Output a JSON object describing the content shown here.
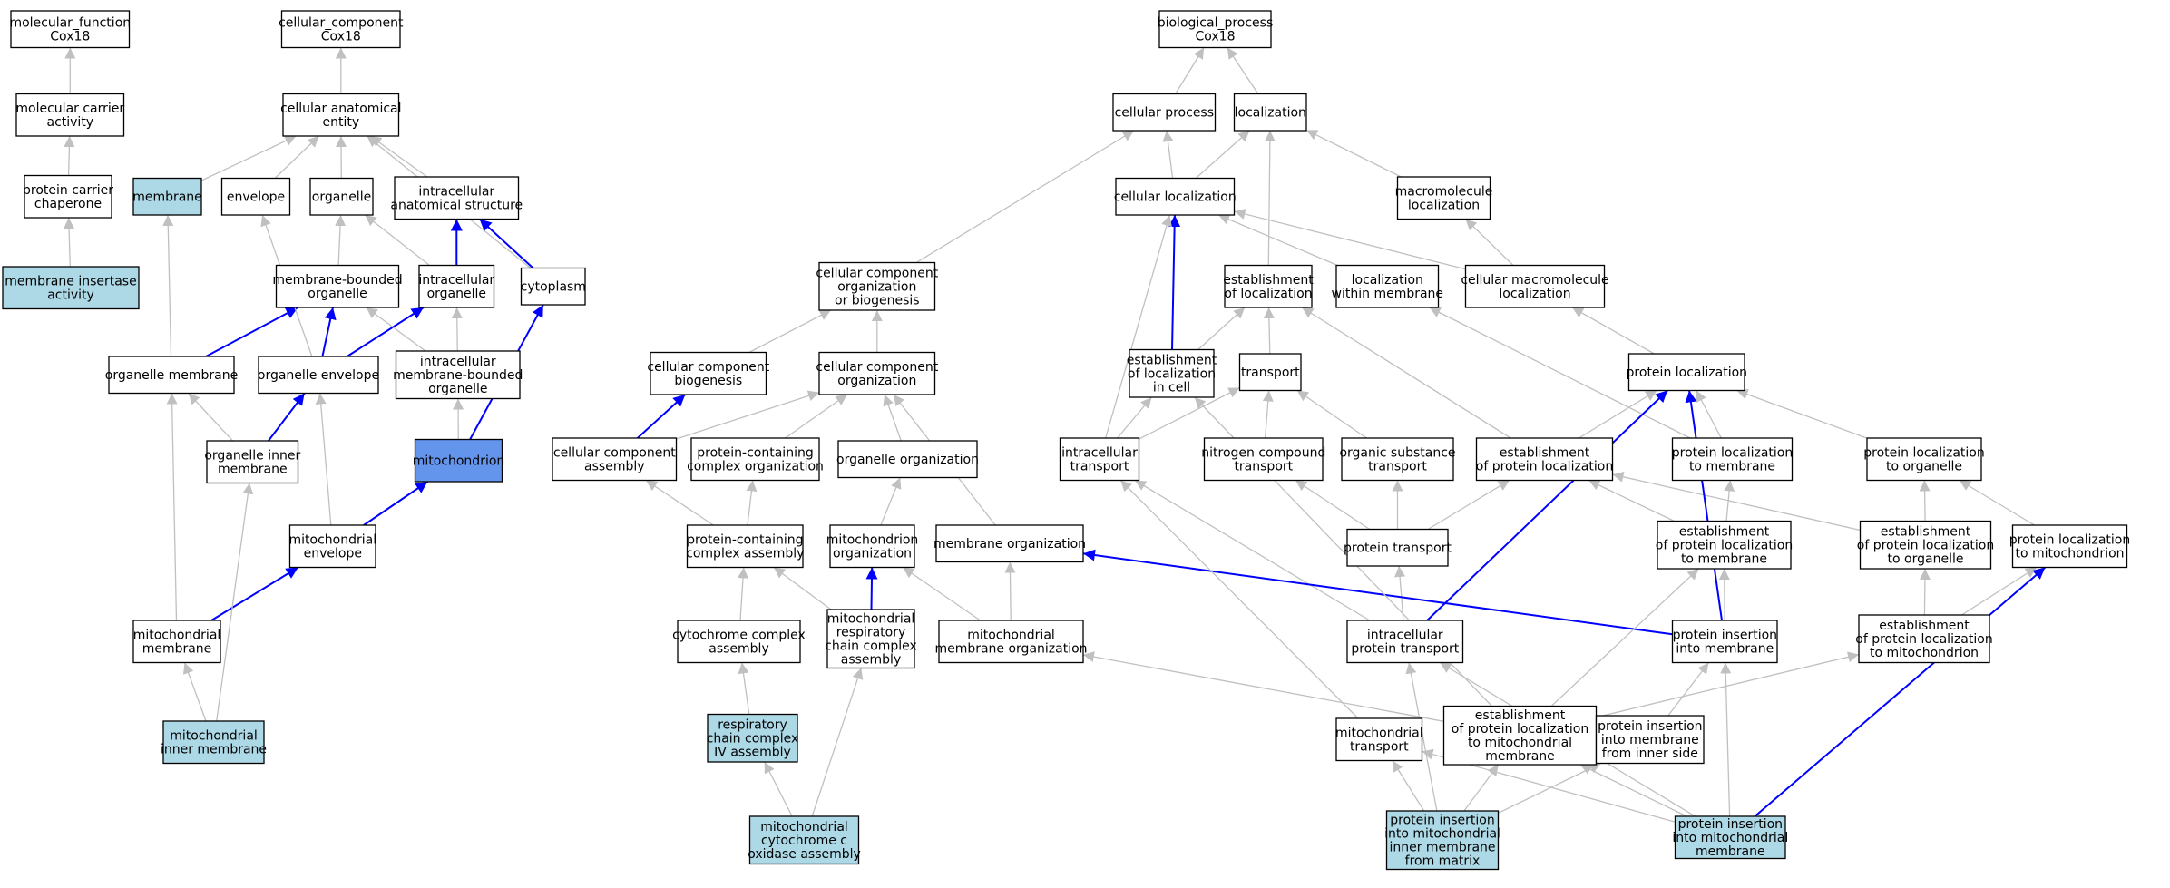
{
  "colors": {
    "plain": "#ffffff",
    "query": "#add8e6",
    "highlight": "#6495ed",
    "edge_is_a": "#c0c0c0",
    "edge_part_of": "#0000ff"
  },
  "nodes": [
    {
      "id": "mf",
      "lines": [
        "molecular_function",
        "Cox18"
      ],
      "style": "plain"
    },
    {
      "id": "mca",
      "lines": [
        "molecular carrier",
        "activity"
      ],
      "style": "plain"
    },
    {
      "id": "pcc",
      "lines": [
        "protein carrier",
        "chaperone"
      ],
      "style": "plain"
    },
    {
      "id": "mia",
      "lines": [
        "membrane insertase",
        "activity"
      ],
      "style": "query"
    },
    {
      "id": "cc",
      "lines": [
        "cellular_component",
        "Cox18"
      ],
      "style": "plain"
    },
    {
      "id": "cae",
      "lines": [
        "cellular anatomical",
        "entity"
      ],
      "style": "plain"
    },
    {
      "id": "membrane",
      "lines": [
        "membrane"
      ],
      "style": "query"
    },
    {
      "id": "envelope",
      "lines": [
        "envelope"
      ],
      "style": "plain"
    },
    {
      "id": "organelle",
      "lines": [
        "organelle"
      ],
      "style": "plain"
    },
    {
      "id": "ias",
      "lines": [
        "intracellular",
        "anatomical structure"
      ],
      "style": "plain"
    },
    {
      "id": "mbo",
      "lines": [
        "membrane-bounded",
        "organelle"
      ],
      "style": "plain"
    },
    {
      "id": "io",
      "lines": [
        "intracellular",
        "organelle"
      ],
      "style": "plain"
    },
    {
      "id": "cytoplasm",
      "lines": [
        "cytoplasm"
      ],
      "style": "plain"
    },
    {
      "id": "om",
      "lines": [
        "organelle membrane"
      ],
      "style": "plain"
    },
    {
      "id": "oe",
      "lines": [
        "organelle envelope"
      ],
      "style": "plain"
    },
    {
      "id": "imbo",
      "lines": [
        "intracellular",
        "membrane-bounded",
        "organelle"
      ],
      "style": "plain"
    },
    {
      "id": "oim",
      "lines": [
        "organelle inner",
        "membrane"
      ],
      "style": "plain"
    },
    {
      "id": "mito",
      "lines": [
        "mitochondrion"
      ],
      "style": "highlight"
    },
    {
      "id": "menv",
      "lines": [
        "mitochondrial",
        "envelope"
      ],
      "style": "plain"
    },
    {
      "id": "mm",
      "lines": [
        "mitochondrial",
        "membrane"
      ],
      "style": "plain"
    },
    {
      "id": "mim",
      "lines": [
        "mitochondrial",
        "inner membrane"
      ],
      "style": "query"
    },
    {
      "id": "bp",
      "lines": [
        "biological_process",
        "Cox18"
      ],
      "style": "plain"
    },
    {
      "id": "cp",
      "lines": [
        "cellular process"
      ],
      "style": "plain"
    },
    {
      "id": "loc",
      "lines": [
        "localization"
      ],
      "style": "plain"
    },
    {
      "id": "cl",
      "lines": [
        "cellular localization"
      ],
      "style": "plain"
    },
    {
      "id": "ml",
      "lines": [
        "macromolecule",
        "localization"
      ],
      "style": "plain"
    },
    {
      "id": "ccob",
      "lines": [
        "cellular component",
        "organization",
        "or biogenesis"
      ],
      "style": "plain"
    },
    {
      "id": "eol",
      "lines": [
        "establishment",
        "of localization"
      ],
      "style": "plain"
    },
    {
      "id": "lwm",
      "lines": [
        "localization",
        "within membrane"
      ],
      "style": "plain"
    },
    {
      "id": "cml",
      "lines": [
        "cellular macromolecule",
        "localization"
      ],
      "style": "plain"
    },
    {
      "id": "ccb",
      "lines": [
        "cellular component",
        "biogenesis"
      ],
      "style": "plain"
    },
    {
      "id": "cco",
      "lines": [
        "cellular component",
        "organization"
      ],
      "style": "plain"
    },
    {
      "id": "eolc",
      "lines": [
        "establishment",
        "of localization",
        "in cell"
      ],
      "style": "plain"
    },
    {
      "id": "transport",
      "lines": [
        "transport"
      ],
      "style": "plain"
    },
    {
      "id": "ploc",
      "lines": [
        "protein localization"
      ],
      "style": "plain"
    },
    {
      "id": "cca",
      "lines": [
        "cellular component",
        "assembly"
      ],
      "style": "plain"
    },
    {
      "id": "pcco",
      "lines": [
        "protein-containing",
        "complex organization"
      ],
      "style": "plain"
    },
    {
      "id": "orgo",
      "lines": [
        "organelle organization"
      ],
      "style": "plain"
    },
    {
      "id": "it",
      "lines": [
        "intracellular",
        "transport"
      ],
      "style": "plain"
    },
    {
      "id": "nct",
      "lines": [
        "nitrogen compound",
        "transport"
      ],
      "style": "plain"
    },
    {
      "id": "ost",
      "lines": [
        "organic substance",
        "transport"
      ],
      "style": "plain"
    },
    {
      "id": "epl",
      "lines": [
        "establishment",
        "of protein localization"
      ],
      "style": "plain"
    },
    {
      "id": "pltm",
      "lines": [
        "protein localization",
        "to membrane"
      ],
      "style": "plain"
    },
    {
      "id": "plto",
      "lines": [
        "protein localization",
        "to organelle"
      ],
      "style": "plain"
    },
    {
      "id": "pcca",
      "lines": [
        "protein-containing",
        "complex assembly"
      ],
      "style": "plain"
    },
    {
      "id": "mo",
      "lines": [
        "mitochondrion",
        "organization"
      ],
      "style": "plain"
    },
    {
      "id": "memo",
      "lines": [
        "membrane organization"
      ],
      "style": "plain"
    },
    {
      "id": "pt",
      "lines": [
        "protein transport"
      ],
      "style": "plain"
    },
    {
      "id": "epltm",
      "lines": [
        "establishment",
        "of protein localization",
        "to membrane"
      ],
      "style": "plain"
    },
    {
      "id": "eplto",
      "lines": [
        "establishment",
        "of protein localization",
        "to organelle"
      ],
      "style": "plain"
    },
    {
      "id": "pltmito",
      "lines": [
        "protein localization",
        "to mitochondrion"
      ],
      "style": "plain"
    },
    {
      "id": "cxa",
      "lines": [
        "cytochrome complex",
        "assembly"
      ],
      "style": "plain"
    },
    {
      "id": "mrcca",
      "lines": [
        "mitochondrial",
        "respiratory",
        "chain complex",
        "assembly"
      ],
      "style": "plain"
    },
    {
      "id": "mmo",
      "lines": [
        "mitochondrial",
        "membrane organization"
      ],
      "style": "plain"
    },
    {
      "id": "ipt",
      "lines": [
        "intracellular",
        "protein transport"
      ],
      "style": "plain"
    },
    {
      "id": "pim",
      "lines": [
        "protein insertion",
        "into membrane"
      ],
      "style": "plain"
    },
    {
      "id": "epltmito",
      "lines": [
        "establishment",
        "of protein localization",
        "to mitochondrion"
      ],
      "style": "plain"
    },
    {
      "id": "rcc4",
      "lines": [
        "respiratory",
        "chain complex",
        "IV assembly"
      ],
      "style": "query"
    },
    {
      "id": "mt",
      "lines": [
        "mitochondrial",
        "transport"
      ],
      "style": "plain"
    },
    {
      "id": "epltmm",
      "lines": [
        "establishment",
        "of protein localization",
        "to mitochondrial",
        "membrane"
      ],
      "style": "plain"
    },
    {
      "id": "pimis",
      "lines": [
        "protein insertion",
        "into membrane",
        "from inner side"
      ],
      "style": "plain"
    },
    {
      "id": "mccoa",
      "lines": [
        "mitochondrial",
        "cytochrome c",
        "oxidase assembly"
      ],
      "style": "query"
    },
    {
      "id": "pimimfm",
      "lines": [
        "protein insertion",
        "into mitochondrial",
        "inner membrane",
        "from matrix"
      ],
      "style": "query"
    },
    {
      "id": "pimm",
      "lines": [
        "protein insertion",
        "into mitochondrial",
        "membrane"
      ],
      "style": "query"
    }
  ],
  "edges": [
    {
      "from": "mca",
      "to": "mf",
      "kind": "is_a"
    },
    {
      "from": "pcc",
      "to": "mca",
      "kind": "is_a"
    },
    {
      "from": "mia",
      "to": "pcc",
      "kind": "is_a"
    },
    {
      "from": "cae",
      "to": "cc",
      "kind": "is_a"
    },
    {
      "from": "membrane",
      "to": "cae",
      "kind": "is_a"
    },
    {
      "from": "envelope",
      "to": "cae",
      "kind": "is_a"
    },
    {
      "from": "organelle",
      "to": "cae",
      "kind": "is_a"
    },
    {
      "from": "ias",
      "to": "cae",
      "kind": "is_a"
    },
    {
      "from": "cytoplasm",
      "to": "cae",
      "kind": "is_a"
    },
    {
      "from": "mbo",
      "to": "organelle",
      "kind": "is_a"
    },
    {
      "from": "io",
      "to": "organelle",
      "kind": "is_a"
    },
    {
      "from": "io",
      "to": "ias",
      "kind": "part_of"
    },
    {
      "from": "cytoplasm",
      "to": "ias",
      "kind": "part_of"
    },
    {
      "from": "om",
      "to": "membrane",
      "kind": "is_a"
    },
    {
      "from": "om",
      "to": "mbo",
      "kind": "part_of"
    },
    {
      "from": "oe",
      "to": "envelope",
      "kind": "is_a"
    },
    {
      "from": "oe",
      "to": "mbo",
      "kind": "part_of"
    },
    {
      "from": "oe",
      "to": "io",
      "kind": "part_of"
    },
    {
      "from": "imbo",
      "to": "mbo",
      "kind": "is_a"
    },
    {
      "from": "imbo",
      "to": "io",
      "kind": "is_a"
    },
    {
      "from": "oim",
      "to": "om",
      "kind": "is_a"
    },
    {
      "from": "oim",
      "to": "oe",
      "kind": "part_of"
    },
    {
      "from": "mito",
      "to": "imbo",
      "kind": "is_a"
    },
    {
      "from": "mito",
      "to": "cytoplasm",
      "kind": "part_of"
    },
    {
      "from": "menv",
      "to": "oe",
      "kind": "is_a"
    },
    {
      "from": "menv",
      "to": "mito",
      "kind": "part_of"
    },
    {
      "from": "mm",
      "to": "om",
      "kind": "is_a"
    },
    {
      "from": "mm",
      "to": "menv",
      "kind": "part_of"
    },
    {
      "from": "mim",
      "to": "mm",
      "kind": "is_a"
    },
    {
      "from": "mim",
      "to": "oim",
      "kind": "is_a"
    },
    {
      "from": "cp",
      "to": "bp",
      "kind": "is_a"
    },
    {
      "from": "loc",
      "to": "bp",
      "kind": "is_a"
    },
    {
      "from": "cl",
      "to": "cp",
      "kind": "is_a"
    },
    {
      "from": "cl",
      "to": "loc",
      "kind": "is_a"
    },
    {
      "from": "ml",
      "to": "loc",
      "kind": "is_a"
    },
    {
      "from": "ccob",
      "to": "cp",
      "kind": "is_a"
    },
    {
      "from": "eol",
      "to": "loc",
      "kind": "is_a"
    },
    {
      "from": "lwm",
      "to": "cl",
      "kind": "is_a"
    },
    {
      "from": "cml",
      "to": "cl",
      "kind": "is_a"
    },
    {
      "from": "cml",
      "to": "ml",
      "kind": "is_a"
    },
    {
      "from": "ccb",
      "to": "ccob",
      "kind": "is_a"
    },
    {
      "from": "cco",
      "to": "ccob",
      "kind": "is_a"
    },
    {
      "from": "eolc",
      "to": "cl",
      "kind": "part_of"
    },
    {
      "from": "eolc",
      "to": "eol",
      "kind": "is_a"
    },
    {
      "from": "transport",
      "to": "eol",
      "kind": "is_a"
    },
    {
      "from": "ploc",
      "to": "cml",
      "kind": "is_a"
    },
    {
      "from": "cca",
      "to": "ccb",
      "kind": "part_of"
    },
    {
      "from": "cca",
      "to": "cco",
      "kind": "is_a"
    },
    {
      "from": "pcco",
      "to": "cco",
      "kind": "is_a"
    },
    {
      "from": "orgo",
      "to": "cco",
      "kind": "is_a"
    },
    {
      "from": "it",
      "to": "cl",
      "kind": "is_a"
    },
    {
      "from": "it",
      "to": "eolc",
      "kind": "is_a"
    },
    {
      "from": "it",
      "to": "transport",
      "kind": "is_a"
    },
    {
      "from": "nct",
      "to": "transport",
      "kind": "is_a"
    },
    {
      "from": "ost",
      "to": "transport",
      "kind": "is_a"
    },
    {
      "from": "epl",
      "to": "eol",
      "kind": "is_a"
    },
    {
      "from": "epl",
      "to": "ploc",
      "kind": "is_a"
    },
    {
      "from": "pltm",
      "to": "ploc",
      "kind": "is_a"
    },
    {
      "from": "pltm",
      "to": "lwm",
      "kind": "is_a"
    },
    {
      "from": "plto",
      "to": "ploc",
      "kind": "is_a"
    },
    {
      "from": "pcca",
      "to": "cca",
      "kind": "is_a"
    },
    {
      "from": "pcca",
      "to": "pcco",
      "kind": "is_a"
    },
    {
      "from": "mo",
      "to": "orgo",
      "kind": "is_a"
    },
    {
      "from": "memo",
      "to": "cco",
      "kind": "is_a"
    },
    {
      "from": "pt",
      "to": "nct",
      "kind": "is_a"
    },
    {
      "from": "pt",
      "to": "ost",
      "kind": "is_a"
    },
    {
      "from": "pt",
      "to": "epl",
      "kind": "is_a"
    },
    {
      "from": "epltm",
      "to": "epl",
      "kind": "is_a"
    },
    {
      "from": "epltm",
      "to": "pltm",
      "kind": "is_a"
    },
    {
      "from": "eplto",
      "to": "epl",
      "kind": "is_a"
    },
    {
      "from": "eplto",
      "to": "plto",
      "kind": "is_a"
    },
    {
      "from": "pltmito",
      "to": "plto",
      "kind": "is_a"
    },
    {
      "from": "cxa",
      "to": "pcca",
      "kind": "is_a"
    },
    {
      "from": "mrcca",
      "to": "pcca",
      "kind": "is_a"
    },
    {
      "from": "mrcca",
      "to": "mo",
      "kind": "part_of"
    },
    {
      "from": "mmo",
      "to": "memo",
      "kind": "is_a"
    },
    {
      "from": "mmo",
      "to": "mo",
      "kind": "is_a"
    },
    {
      "from": "ipt",
      "to": "it",
      "kind": "is_a"
    },
    {
      "from": "ipt",
      "to": "pt",
      "kind": "is_a"
    },
    {
      "from": "ipt",
      "to": "ploc",
      "kind": "part_of"
    },
    {
      "from": "pim",
      "to": "memo",
      "kind": "part_of"
    },
    {
      "from": "pim",
      "to": "epltm",
      "kind": "is_a"
    },
    {
      "from": "pim",
      "to": "ploc",
      "kind": "part_of"
    },
    {
      "from": "epltmito",
      "to": "eplto",
      "kind": "is_a"
    },
    {
      "from": "epltmito",
      "to": "pltmito",
      "kind": "is_a"
    },
    {
      "from": "rcc4",
      "to": "cxa",
      "kind": "is_a"
    },
    {
      "from": "mt",
      "to": "it",
      "kind": "is_a"
    },
    {
      "from": "epltmm",
      "to": "mmo",
      "kind": "is_a"
    },
    {
      "from": "epltmm",
      "to": "epltm",
      "kind": "is_a"
    },
    {
      "from": "epltmm",
      "to": "epltmito",
      "kind": "is_a"
    },
    {
      "from": "epltmm",
      "to": "eolc",
      "kind": "is_a"
    },
    {
      "from": "pimis",
      "to": "pim",
      "kind": "is_a"
    },
    {
      "from": "mccoa",
      "to": "rcc4",
      "kind": "is_a"
    },
    {
      "from": "mccoa",
      "to": "mrcca",
      "kind": "is_a"
    },
    {
      "from": "pimimfm",
      "to": "mt",
      "kind": "is_a"
    },
    {
      "from": "pimimfm",
      "to": "epltmm",
      "kind": "is_a"
    },
    {
      "from": "pimimfm",
      "to": "pimis",
      "kind": "is_a"
    },
    {
      "from": "pimimfm",
      "to": "ipt",
      "kind": "is_a"
    },
    {
      "from": "pimm",
      "to": "pim",
      "kind": "is_a"
    },
    {
      "from": "pimm",
      "to": "mt",
      "kind": "is_a"
    },
    {
      "from": "pimm",
      "to": "epltmm",
      "kind": "is_a"
    },
    {
      "from": "pimm",
      "to": "ipt",
      "kind": "is_a"
    },
    {
      "from": "pimm",
      "to": "pltmito",
      "kind": "part_of"
    }
  ]
}
